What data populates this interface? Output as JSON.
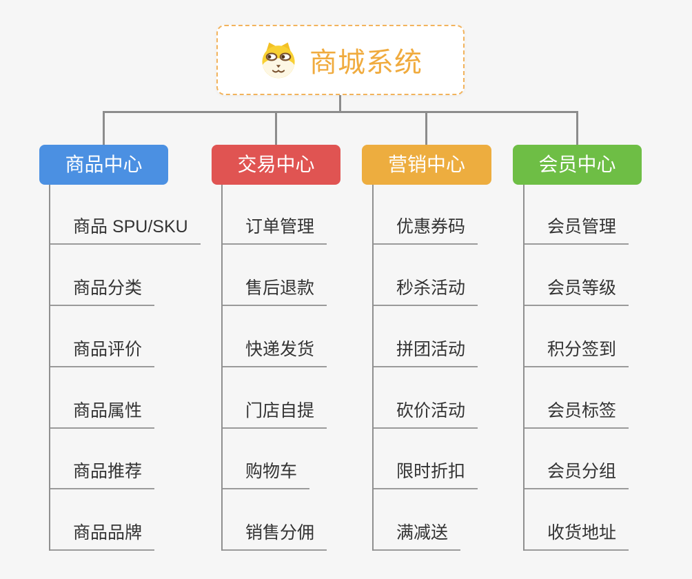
{
  "root": {
    "title": "商城系统",
    "icon": "dog-face-icon"
  },
  "branches": [
    {
      "label": "商品中心",
      "color": "#4b90e2",
      "items": [
        "商品 SPU/SKU",
        "商品分类",
        "商品评价",
        "商品属性",
        "商品推荐",
        "商品品牌"
      ]
    },
    {
      "label": "交易中心",
      "color": "#e05452",
      "items": [
        "订单管理",
        "售后退款",
        "快递发货",
        "门店自提",
        "购物车",
        "销售分佣"
      ]
    },
    {
      "label": "营销中心",
      "color": "#edad3f",
      "items": [
        "优惠券码",
        "秒杀活动",
        "拼团活动",
        "砍价活动",
        "限时折扣",
        "满减送"
      ]
    },
    {
      "label": "会员中心",
      "color": "#6ebe45",
      "items": [
        "会员管理",
        "会员等级",
        "积分签到",
        "会员标签",
        "会员分组",
        "收货地址"
      ]
    }
  ],
  "colors": {
    "background": "#f6f6f6",
    "connector": "#8c8c8c",
    "item_text": "#333333",
    "item_underline": "#9a9a9a",
    "root_border": "#f2b35c",
    "root_text": "#f0ab3e"
  }
}
